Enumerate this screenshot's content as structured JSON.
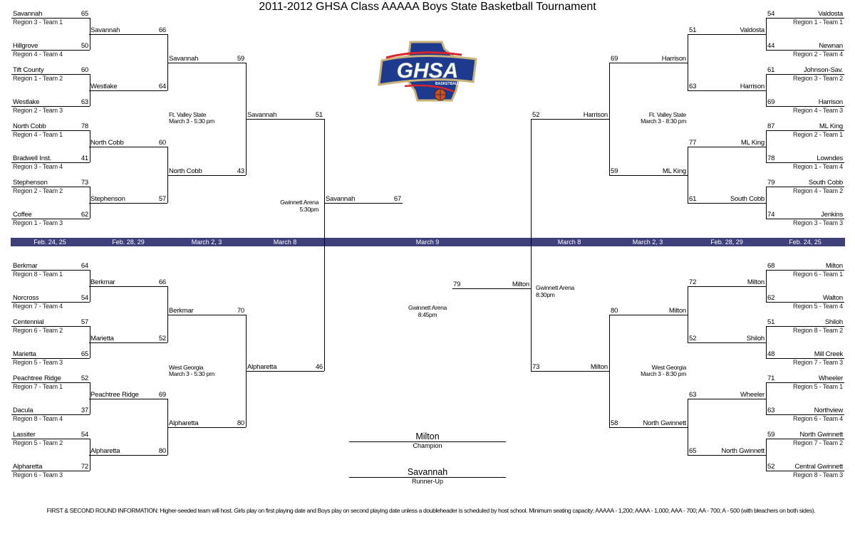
{
  "title": "2011-2012 GHSA Class AAAAA Boys State Basketball Tournament",
  "logo": {
    "text": "GHSA",
    "subtext": "BASKETBALL",
    "colors": {
      "blue": "#1d3a8f",
      "gold": "#c9b27a",
      "red": "#d9232e"
    }
  },
  "band": {
    "color": "#3e3f7b",
    "labels": [
      "Feb. 24, 25",
      "Feb. 28, 29",
      "March 2, 3",
      "March 8",
      "March 9",
      "March 8",
      "March 2, 3",
      "Feb. 28, 29",
      "Feb. 24, 25"
    ]
  },
  "brackets": {
    "left": {
      "r1": [
        {
          "team": "Savannah",
          "score": "65",
          "region": "Region 3 - Team 1"
        },
        {
          "team": "Hillgrove",
          "score": "50",
          "region": "Region 4 - Team 4"
        },
        {
          "team": "Tift County",
          "score": "60",
          "region": "Region 1 - Team 2"
        },
        {
          "team": "Westlake",
          "score": "63",
          "region": "Region 2 - Team 3"
        },
        {
          "team": "North Cobb",
          "score": "78",
          "region": "Region 4 - Team 1"
        },
        {
          "team": "Bradwell Inst.",
          "score": "41",
          "region": "Region 3 - Team 4"
        },
        {
          "team": "Stephenson",
          "score": "73",
          "region": "Region 2 - Team 2"
        },
        {
          "team": "Coffee",
          "score": "62",
          "region": "Region 1 - Team 3"
        },
        {
          "team": "Berkmar",
          "score": "64",
          "region": "Region 8 - Team 1"
        },
        {
          "team": "Norcross",
          "score": "54",
          "region": "Region 7 - Team 4"
        },
        {
          "team": "Centennial",
          "score": "57",
          "region": "Region 6 - Team 2"
        },
        {
          "team": "Marietta",
          "score": "65",
          "region": "Region 5 - Team 3"
        },
        {
          "team": "Peachtree Ridge",
          "score": "52",
          "region": "Region 7 - Team 1"
        },
        {
          "team": "Dacula",
          "score": "37",
          "region": "Region 8 - Team 4"
        },
        {
          "team": "Lassiter",
          "score": "54",
          "region": "Region 5 - Team 2"
        },
        {
          "team": "Alpharetta",
          "score": "72",
          "region": "Region 6 - Team 3"
        }
      ],
      "r2": [
        {
          "team": "Savannah",
          "score": "66"
        },
        {
          "team": "Westlake",
          "score": "64"
        },
        {
          "team": "North Cobb",
          "score": "60"
        },
        {
          "team": "Stephenson",
          "score": "57"
        },
        {
          "team": "Berkmar",
          "score": "66"
        },
        {
          "team": "Marietta",
          "score": "52"
        },
        {
          "team": "Peachtree Ridge",
          "score": "69"
        },
        {
          "team": "Alpharetta",
          "score": "80"
        }
      ],
      "r3": [
        {
          "team": "Savannah",
          "score": "59"
        },
        {
          "team": "North Cobb",
          "score": "43"
        },
        {
          "team": "Berkmar",
          "score": "70"
        },
        {
          "team": "Alpharetta",
          "score": "80"
        }
      ],
      "r4": [
        {
          "team": "Savannah",
          "score": "51"
        },
        {
          "team": "Alpharetta",
          "score": "46"
        }
      ],
      "final": {
        "team": "Savannah",
        "score": "67"
      }
    },
    "right": {
      "r1": [
        {
          "team": "Valdosta",
          "score": "54",
          "region": "Region 1 - Team 1"
        },
        {
          "team": "Newnan",
          "score": "44",
          "region": "Region 2 - Team 4"
        },
        {
          "team": "Johnson-Sav.",
          "score": "61",
          "region": "Region 3 - Team 2"
        },
        {
          "team": "Harrison",
          "score": "69",
          "region": "Region 4 - Team 3"
        },
        {
          "team": "ML King",
          "score": "87",
          "region": "Region 2 - Team 1"
        },
        {
          "team": "Lowndes",
          "score": "78",
          "region": "Region 1 - Team 4"
        },
        {
          "team": "South Cobb",
          "score": "79",
          "region": "Region 4 - Team 2"
        },
        {
          "team": "Jenkins",
          "score": "74",
          "region": "Region 3 - Team 3"
        },
        {
          "team": "Milton",
          "score": "68",
          "region": "Region 6 - Team 1"
        },
        {
          "team": "Walton",
          "score": "62",
          "region": "Region 5 - Team 4"
        },
        {
          "team": "Shiloh",
          "score": "51",
          "region": "Region 8 - Team 2"
        },
        {
          "team": "Mill Creek",
          "score": "48",
          "region": "Region 7 - Team 3"
        },
        {
          "team": "Wheeler",
          "score": "71",
          "region": "Region 5 - Team 1"
        },
        {
          "team": "Northview",
          "score": "63",
          "region": "Region 6 - Team 4"
        },
        {
          "team": "North Gwinnett",
          "score": "59",
          "region": "Region 7 - Team 2"
        },
        {
          "team": "Central Gwinnett",
          "score": "52",
          "region": "Region 8 - Team 3"
        }
      ],
      "r2": [
        {
          "team": "Valdosta",
          "score": "51"
        },
        {
          "team": "Harrison",
          "score": "63"
        },
        {
          "team": "ML King",
          "score": "77"
        },
        {
          "team": "South Cobb",
          "score": "61"
        },
        {
          "team": "Milton",
          "score": "72"
        },
        {
          "team": "Shiloh",
          "score": "52"
        },
        {
          "team": "Wheeler",
          "score": "63"
        },
        {
          "team": "North Gwinnett",
          "score": "65"
        }
      ],
      "r3": [
        {
          "team": "Harrison",
          "score": "69"
        },
        {
          "team": "ML King",
          "score": "59"
        },
        {
          "team": "Milton",
          "score": "80"
        },
        {
          "team": "North Gwinnett",
          "score": "58"
        }
      ],
      "r4": [
        {
          "team": "Harrison",
          "score": "52"
        },
        {
          "team": "Milton",
          "score": "73"
        }
      ],
      "final": {
        "team": "Milton",
        "score": "79"
      }
    }
  },
  "venues": {
    "left_top": "Ft. Valley State\nMarch 3 - 5:30 pm",
    "left_bottom": "West Georgia\nMarch 3 - 5:30 pm",
    "right_top": "Ft. Valley State\nMarch 3 - 8:30 pm",
    "right_bottom": "West Georgia\nMarch 3 - 8:30 pm",
    "left_semi": "Gwinnett Arena\n5:30pm",
    "right_semi": "Gwinnett Arena\n8:30pm",
    "final": "Gwinnett Arena\n8:45pm"
  },
  "results": {
    "champion": "Milton",
    "champion_label": "Champion",
    "runner_up": "Savannah",
    "runner_up_label": "Runner-Up"
  },
  "footer": "FIRST & SECOND ROUND INFORMATION: Higher-seeded team will host.  Girls play on first playing date and Boys play on second playing date unless a doubleheader is scheduled by host school.  Minimum seating capacity: AAAAA - 1,200; AAAA - 1,000; AAA - 700; AA - 700; A - 500 (with bleachers on both sides)."
}
